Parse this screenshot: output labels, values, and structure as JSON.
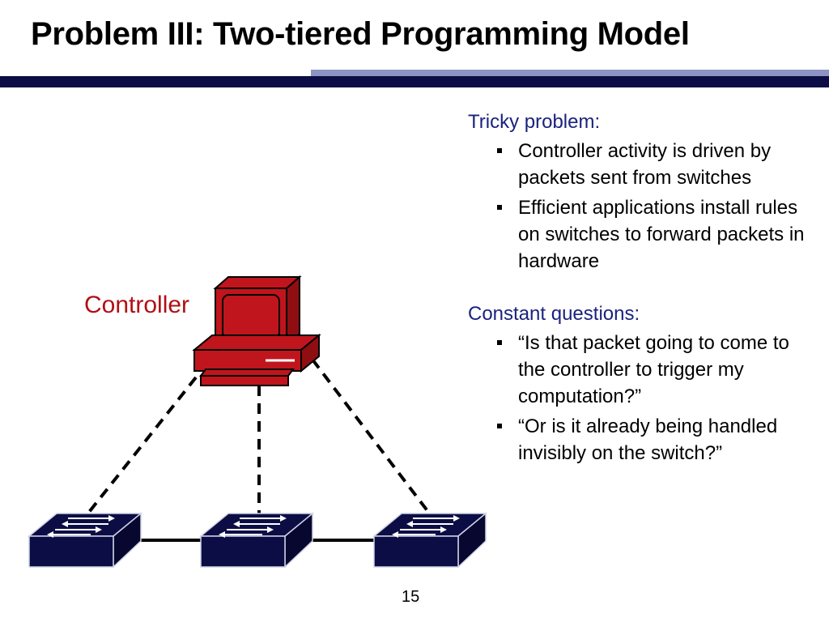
{
  "slide": {
    "title": "Problem III: Two-tiered Programming Model",
    "page_number": "15",
    "colors": {
      "title_band_dark": "#0d0d45",
      "title_band_light": "#8d94c4",
      "heading_text": "#1a237e",
      "controller": "#b01015",
      "switch": "#0d0d45"
    }
  },
  "diagram": {
    "controller_label": "Controller",
    "controller_icon": "desktop-computer-icon",
    "switch_icon": "network-switch-icon",
    "switch_count": 3
  },
  "content": {
    "sections": [
      {
        "heading": "Tricky problem:",
        "bullets": [
          "Controller activity is driven by packets sent from switches",
          "Efficient applications install rules on switches to forward packets in hardware"
        ]
      },
      {
        "heading": "Constant questions:",
        "bullets": [
          "“Is that packet going to come to the controller to trigger my computation?”",
          "“Or is it already being handled invisibly on the switch?”"
        ]
      }
    ]
  }
}
